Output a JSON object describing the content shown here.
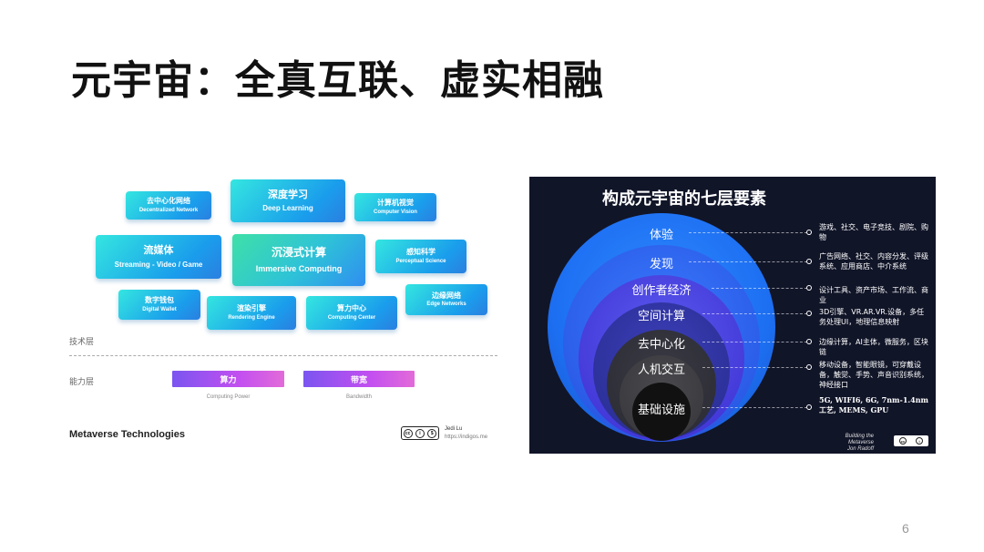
{
  "slide": {
    "title": "元宇宙：全真互联、虚实相融",
    "page_number": "6"
  },
  "left_figure": {
    "tiles": [
      {
        "cn": "去中心化网络",
        "en": "Decentralized Network"
      },
      {
        "cn": "深度学习",
        "en": "Deep Learning"
      },
      {
        "cn": "计算机视觉",
        "en": "Computer Vision"
      },
      {
        "cn": "流媒体",
        "en": "Streaming - Video / Game"
      },
      {
        "cn": "沉浸式计算",
        "en": "Immersive Computing"
      },
      {
        "cn": "感知科学",
        "en": "Perceptual Science"
      },
      {
        "cn": "数字钱包",
        "en": "Digital Wallet"
      },
      {
        "cn": "渲染引擎",
        "en": "Rendering Engine"
      },
      {
        "cn": "算力中心",
        "en": "Computing Center"
      },
      {
        "cn": "边缘网络",
        "en": "Edge Networks"
      }
    ],
    "tech_layer_label": "技术层",
    "capability_layer_label": "能力层",
    "capabilities": [
      {
        "cn": "算力",
        "en": "Computing Power"
      },
      {
        "cn": "带宽",
        "en": "Bandwidth"
      }
    ],
    "footer_title": "Metaverse Technologies",
    "author": "Jedi Lu",
    "author_url": "https://indigos.me"
  },
  "right_figure": {
    "title": "构成元宇宙的七层要素",
    "layers": [
      {
        "label": "体验",
        "desc": "游戏、社交、电子竞技、剧院、购物"
      },
      {
        "label": "发现",
        "desc": "广告网络、社交、内容分发、评级系统、应用商店、中介系统"
      },
      {
        "label": "创作者经济",
        "desc": "设计工具、资产市场、工作流、商业"
      },
      {
        "label": "空间计算",
        "desc": "3D引擎、VR.AR.VR.设备，多任务处理UI，地理信息映射"
      },
      {
        "label": "去中心化",
        "desc": "边缘计算，AI主体，微服务，区块链"
      },
      {
        "label": "人机交互",
        "desc": "移动设备，智能眼镜，可穿戴设备，触觉、手势、声音识别系统，神经接口"
      },
      {
        "label": "基础设施",
        "desc": "5G, WIFI6, 6G, 7nm-1.4nm工艺, MEMS, GPU"
      }
    ],
    "credit_line1": "Building the Metaverse",
    "credit_line2": "Jon Radoff"
  },
  "colors": {
    "tile_cyan": "#1a9dec",
    "tile_green": "#2ec2d8",
    "capability_bar": "#b44ff0",
    "dark_bg": "#111528",
    "ring_outer": "#1d6ff2",
    "ring_inner": "#111111"
  }
}
